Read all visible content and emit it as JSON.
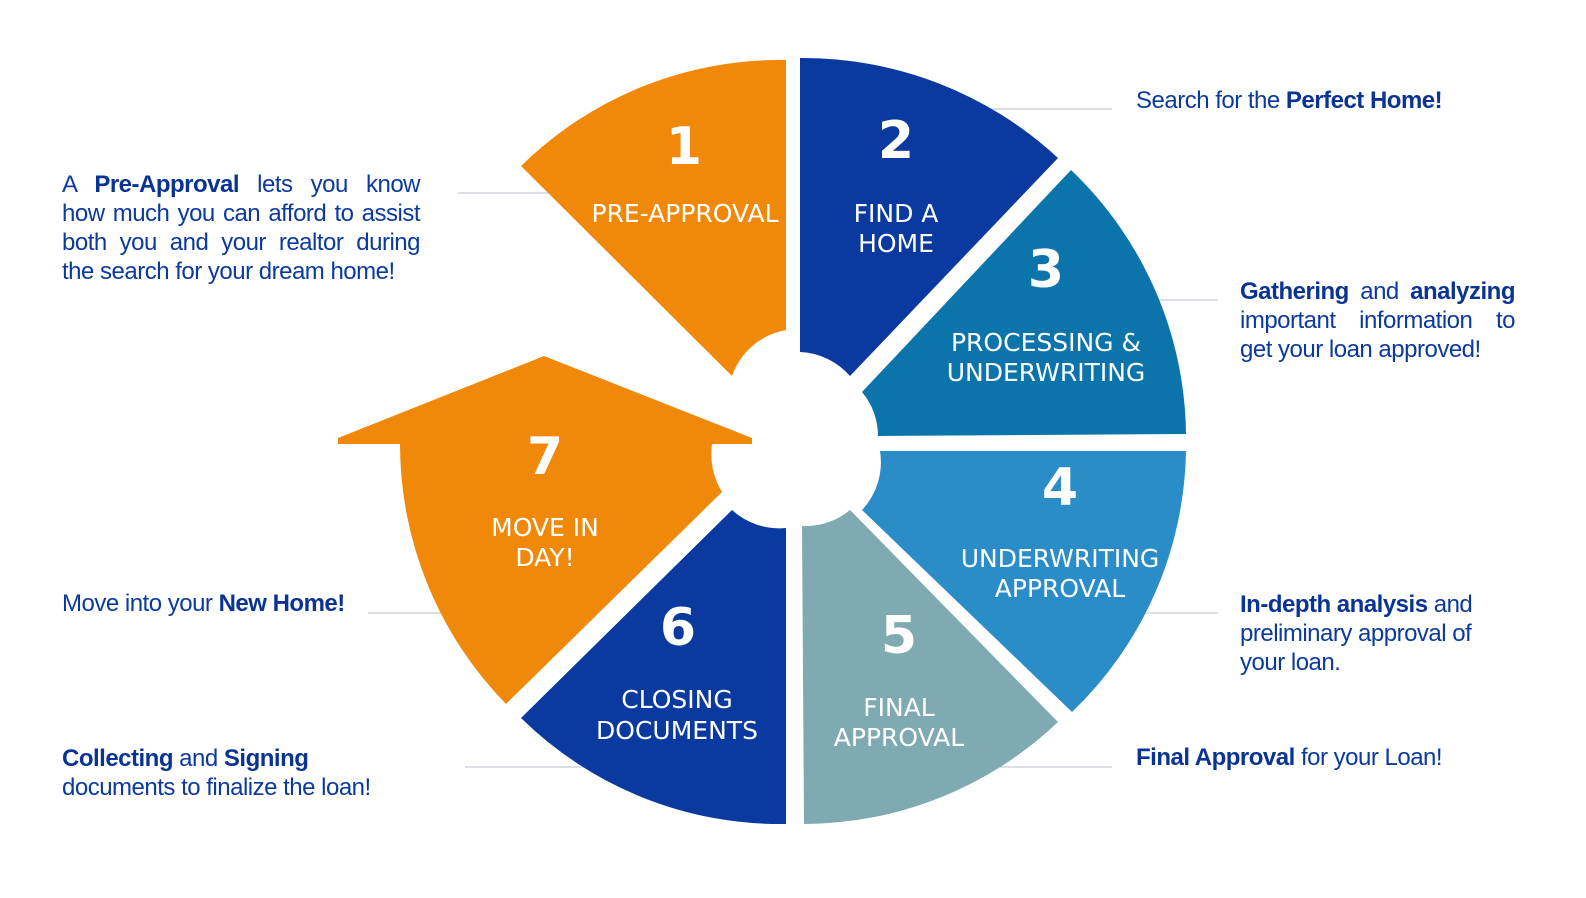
{
  "colors": {
    "orange": "#f0890a",
    "navy": "#0a3a9f",
    "teal": "#0a74ab",
    "mid_blue": "#2b8dc7",
    "gray_teal": "#7faab2",
    "text_blue": "#0b3a9e"
  },
  "steps": [
    {
      "number": "1",
      "lines": [
        "PRE-APPROVAL"
      ]
    },
    {
      "number": "2",
      "lines": [
        "FIND A",
        "HOME"
      ]
    },
    {
      "number": "3",
      "lines": [
        "PROCESSING &",
        "UNDERWRITING"
      ]
    },
    {
      "number": "4",
      "lines": [
        "UNDERWRITING",
        "APPROVAL"
      ]
    },
    {
      "number": "5",
      "lines": [
        "FINAL",
        "APPROVAL"
      ]
    },
    {
      "number": "6",
      "lines": [
        "CLOSING",
        "DOCUMENTS"
      ]
    },
    {
      "number": "7",
      "lines": [
        "MOVE IN",
        "DAY!"
      ]
    }
  ],
  "descriptions": {
    "pre_approval": {
      "p1": "A ",
      "b1": "Pre-Approval",
      "p2": " lets you know how much you can afford to assist both you and your realtor during the search for your dream home!"
    },
    "find_home": {
      "p1": "Search for the ",
      "b1": "Perfect Home!"
    },
    "processing": {
      "b1": "Gathering",
      "p1": " and ",
      "b2": "analyzing",
      "p2": " important information to get your loan approved!"
    },
    "underwriting": {
      "b1": "In-depth analysis",
      "p1": " and preliminary approval of your loan."
    },
    "final": {
      "b1": "Final Approval",
      "p1": " for your Loan!"
    },
    "closing": {
      "b1": "Collecting",
      "p1": " and ",
      "b2": "Signing",
      "p2": " documents to finalize the loan!"
    },
    "move_in": {
      "p1": "Move into your ",
      "b1": "New Home!"
    }
  }
}
